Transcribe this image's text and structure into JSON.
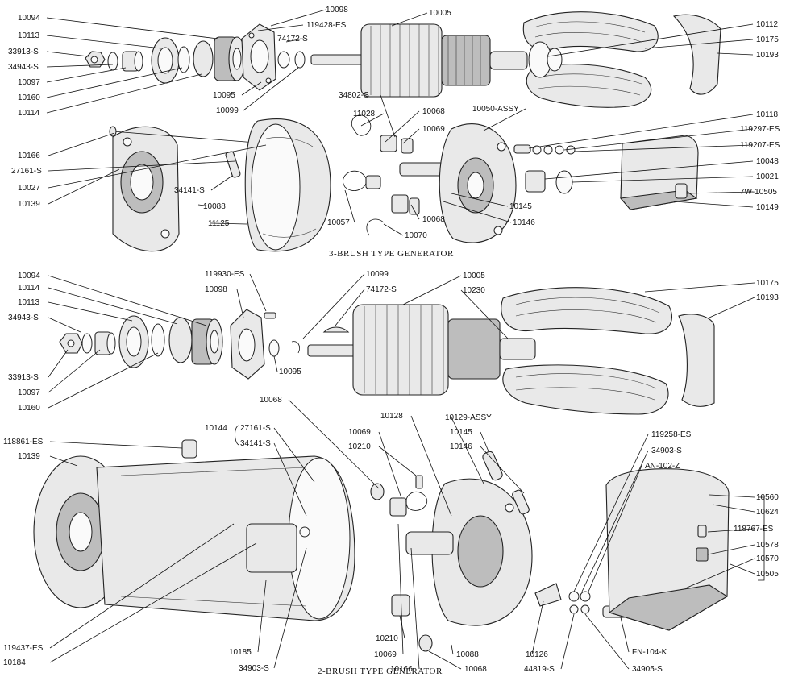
{
  "titles": {
    "top": "3-BRUSH TYPE GENERATOR",
    "bottom": "2-BRUSH TYPE GENERATOR"
  },
  "top_labels": {
    "l_10094": "10094",
    "l_10113": "10113",
    "l_33913": "33913-S",
    "l_34943": "34943-S",
    "l_10097": "10097",
    "l_10160": "10160",
    "l_10114": "10114",
    "l_10098": "10098",
    "l_119428": "119428-ES",
    "l_74172": "74172-S",
    "l_10095": "10095",
    "l_10099": "10099",
    "l_10005": "10005",
    "l_10112": "10112",
    "l_10175": "10175",
    "l_10193": "10193",
    "l_34802": "34802-S",
    "l_10068a": "10068",
    "l_11028": "11028",
    "l_10069": "10069",
    "l_10050": "10050-ASSY",
    "l_10118": "10118",
    "l_119297": "119297-ES",
    "l_119207": "119207-ES",
    "l_10048": "10048",
    "l_10021": "10021",
    "l_7w": "7W-10505",
    "l_10149": "10149",
    "l_10166": "10166",
    "l_27161": "27161-S",
    "l_10027": "10027",
    "l_10139": "10139",
    "l_34141": "34141-S",
    "l_10088": "10088",
    "l_11125": "11125",
    "l_10057": "10057",
    "l_10068b": "10068",
    "l_10070": "10070",
    "l_10145": "10145",
    "l_10146": "10146"
  },
  "bottom_labels": {
    "b_10094": "10094",
    "b_10114": "10114",
    "b_10113": "10113",
    "b_34943": "34943-S",
    "b_33913": "33913-S",
    "b_10097": "10097",
    "b_10160": "10160",
    "b_119930": "119930-ES",
    "b_10098": "10098",
    "b_10099": "10099",
    "b_74172": "74172-S",
    "b_10095": "10095",
    "b_10005": "10005",
    "b_10230": "10230",
    "b_10175": "10175",
    "b_10193": "10193",
    "b_10068a": "10068",
    "b_10144": "10144",
    "b_27161": "27161-S",
    "b_34141": "34141-S",
    "b_118861": "118861-ES",
    "b_10139": "10139",
    "b_10128": "10128",
    "b_10069a": "10069",
    "b_10210a": "10210",
    "b_10129": "10129-ASSY",
    "b_10145": "10145",
    "b_10146": "10146",
    "b_119258": "119258-ES",
    "b_34903a": "34903-S",
    "b_an102": "AN-102-Z",
    "b_10560": "10560",
    "b_10624": "10624",
    "b_118767": "118767-ES",
    "b_10578": "10578",
    "b_10570": "10570",
    "b_10505": "10505",
    "b_119437": "119437-ES",
    "b_10184": "10184",
    "b_10185": "10185",
    "b_34903b": "34903-S",
    "b_10210b": "10210",
    "b_10069b": "10069",
    "b_10166": "10166",
    "b_10088": "10088",
    "b_10068b": "10068",
    "b_10126": "10126",
    "b_44819": "44819-S",
    "b_fn104": "FN-104-K",
    "b_34905": "34905-S"
  }
}
